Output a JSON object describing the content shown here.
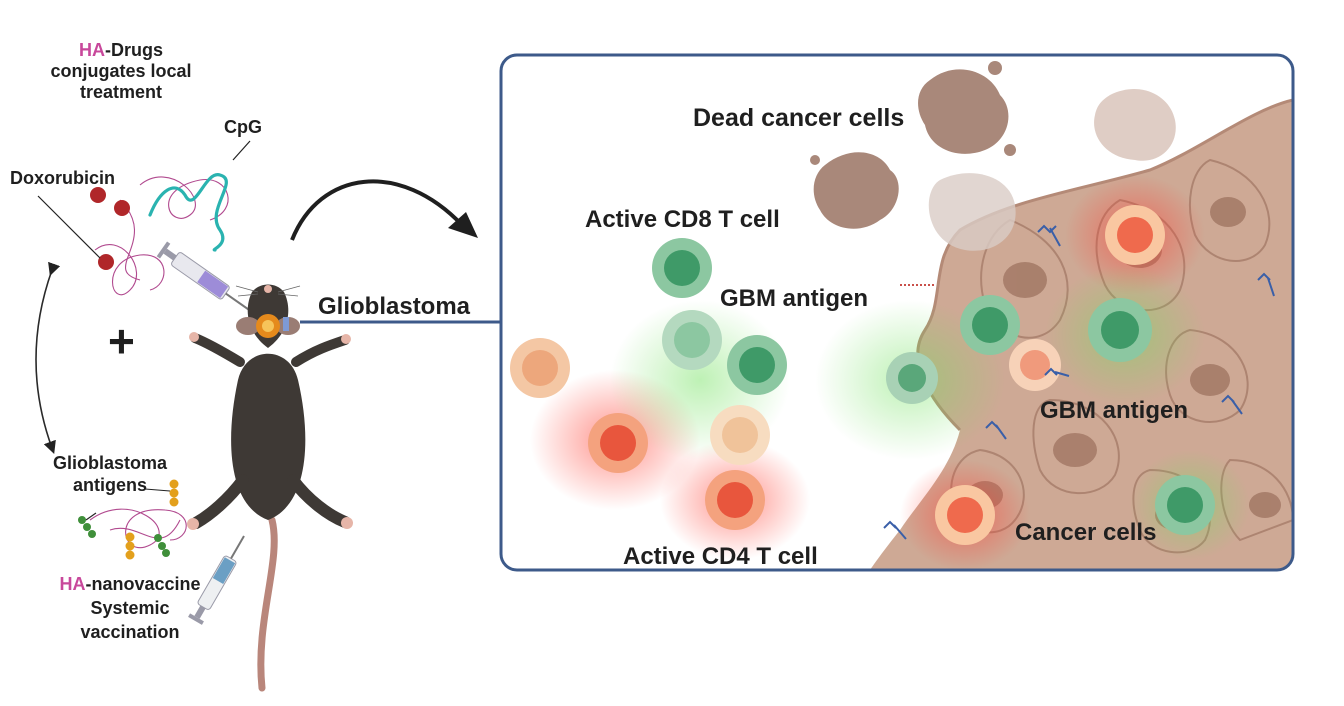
{
  "left_panel": {
    "ha_drugs": {
      "highlight": "HA",
      "rest": "-Drugs",
      "line2": "conjugates local",
      "line3": "treatment"
    },
    "cpg": "CpG",
    "doxorubicin": "Doxorubicin",
    "plus": "+",
    "gbm_antigens": {
      "line1": "Glioblastoma",
      "line2": "antigens"
    },
    "ha_nanovaccine": {
      "highlight": "HA",
      "rest": "-nanovaccine",
      "line2": "Systemic",
      "line3": "vaccination"
    }
  },
  "connector_label": "Glioblastoma",
  "tumor_panel": {
    "dead_cancer_cells": "Dead cancer cells",
    "active_cd8": "Active CD8 T cell",
    "gbm_antigen_top": "GBM antigen",
    "gbm_antigen_right": "GBM antigen",
    "cancer_cells": "Cancer cells",
    "active_cd4": "Active CD4 T cell"
  },
  "colors": {
    "panel_border": "#3d5a8a",
    "highlight": "#c8489b",
    "cancer_cell": "#c9a08a",
    "cancer_nucleus": "#a37966",
    "cd8_cell": "#8cc7a1",
    "cd8_nucleus": "#3f9a68",
    "cd4_cell": "#f4a27e",
    "cd4_nucleus": "#e8563d",
    "mouse": "#3e3935",
    "tail": "#b9867b",
    "doxorubicin": "#b0272a",
    "cpg": "#2ab3b0",
    "antigen_green": "#3f8f3a",
    "antigen_orange": "#e3a01c"
  },
  "icons": [
    "mouse-illustration",
    "syringe-icon",
    "curved-arrow-icon",
    "double-arrow-icon"
  ]
}
